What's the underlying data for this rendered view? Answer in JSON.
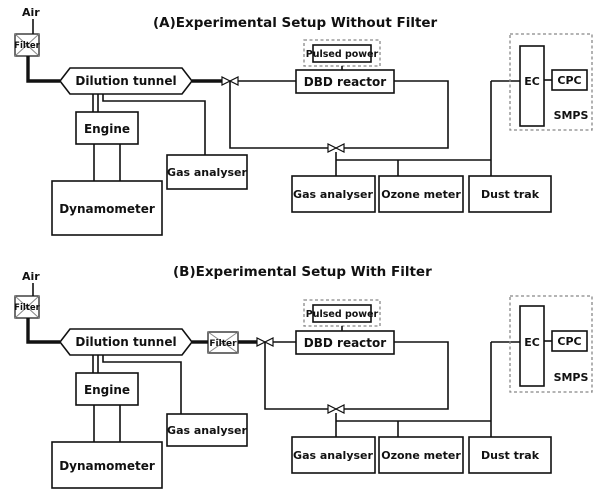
{
  "panels": {
    "a": {
      "title": "(A)Experimental Setup Without Filter",
      "air": "Air",
      "filter": "Filter",
      "dilution_tunnel": "Dilution tunnel",
      "engine": "Engine",
      "dynamometer": "Dynamometer",
      "gas_analyser_left": "Gas analyser",
      "pulsed_power": "Pulsed power",
      "dbd_reactor": "DBD reactor",
      "gas_analyser": "Gas analyser",
      "ozone_meter": "Ozone meter",
      "dust_trak": "Dust trak",
      "ec": "EC",
      "cpc": "CPC",
      "smps": "SMPS"
    },
    "b": {
      "title": "(B)Experimental Setup With Filter",
      "air": "Air",
      "filter": "Filter",
      "dilution_tunnel": "Dilution tunnel",
      "inline_filter": "Filter",
      "engine": "Engine",
      "dynamometer": "Dynamometer",
      "gas_analyser_left": "Gas analyser",
      "pulsed_power": "Pulsed power",
      "dbd_reactor": "DBD reactor",
      "gas_analyser": "Gas analyser",
      "ozone_meter": "Ozone meter",
      "dust_trak": "Dust trak",
      "ec": "EC",
      "cpc": "CPC",
      "smps": "SMPS"
    }
  }
}
